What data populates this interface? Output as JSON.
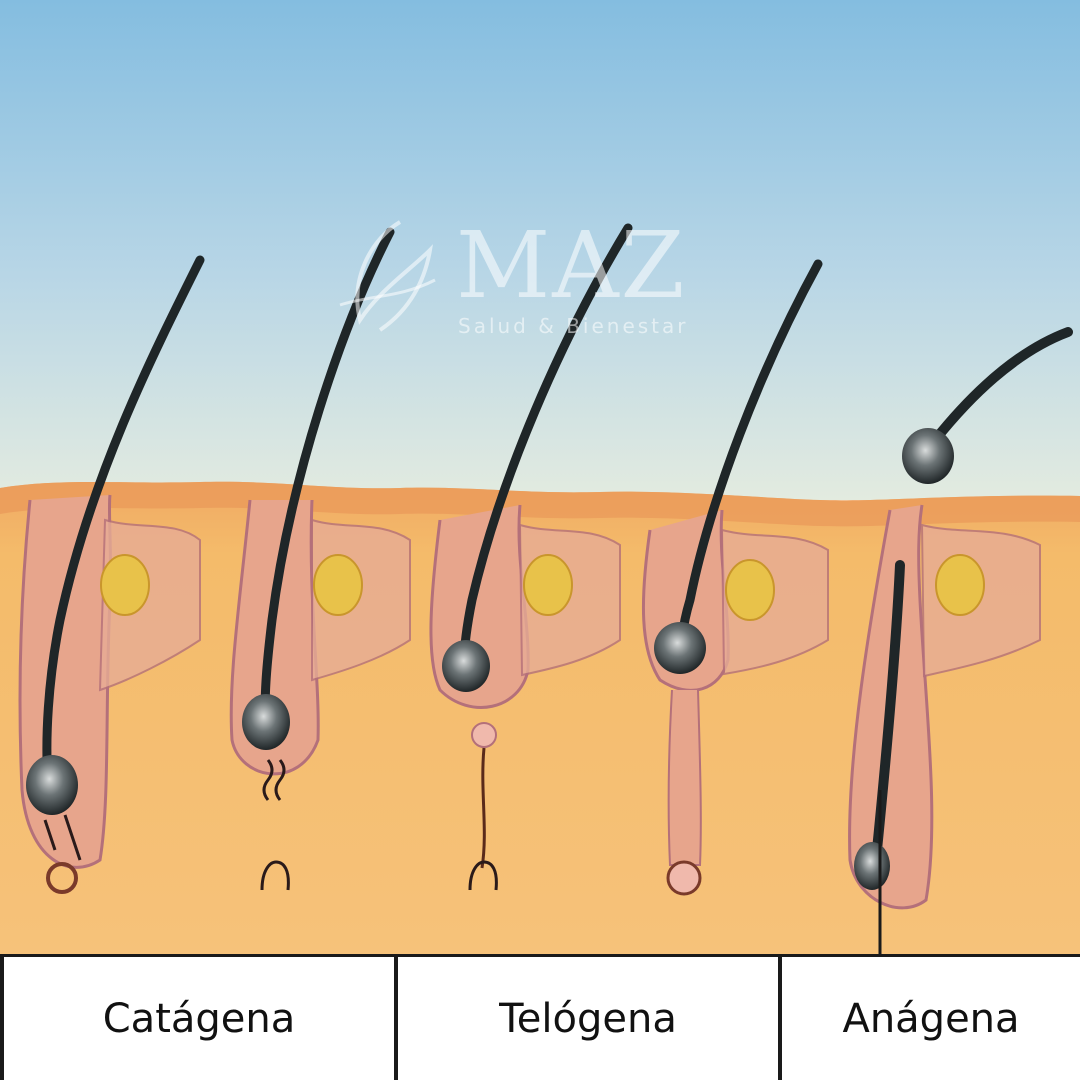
{
  "watermark": {
    "brand": "MAZ",
    "tagline": "Salud & Bienestar",
    "emblem": "stylized-leaf-emblem"
  },
  "phases": [
    {
      "label": "Catágena"
    },
    {
      "label": "Telógena"
    },
    {
      "label": "Anágena"
    }
  ],
  "colors": {
    "sky_top": "#86bfe0",
    "sky_bottom": "#dfe8e0",
    "skin": "#f2b45a",
    "follicle": "#c98a7a",
    "hair": "#1f2628",
    "sebaceous": "#e8c24a"
  }
}
